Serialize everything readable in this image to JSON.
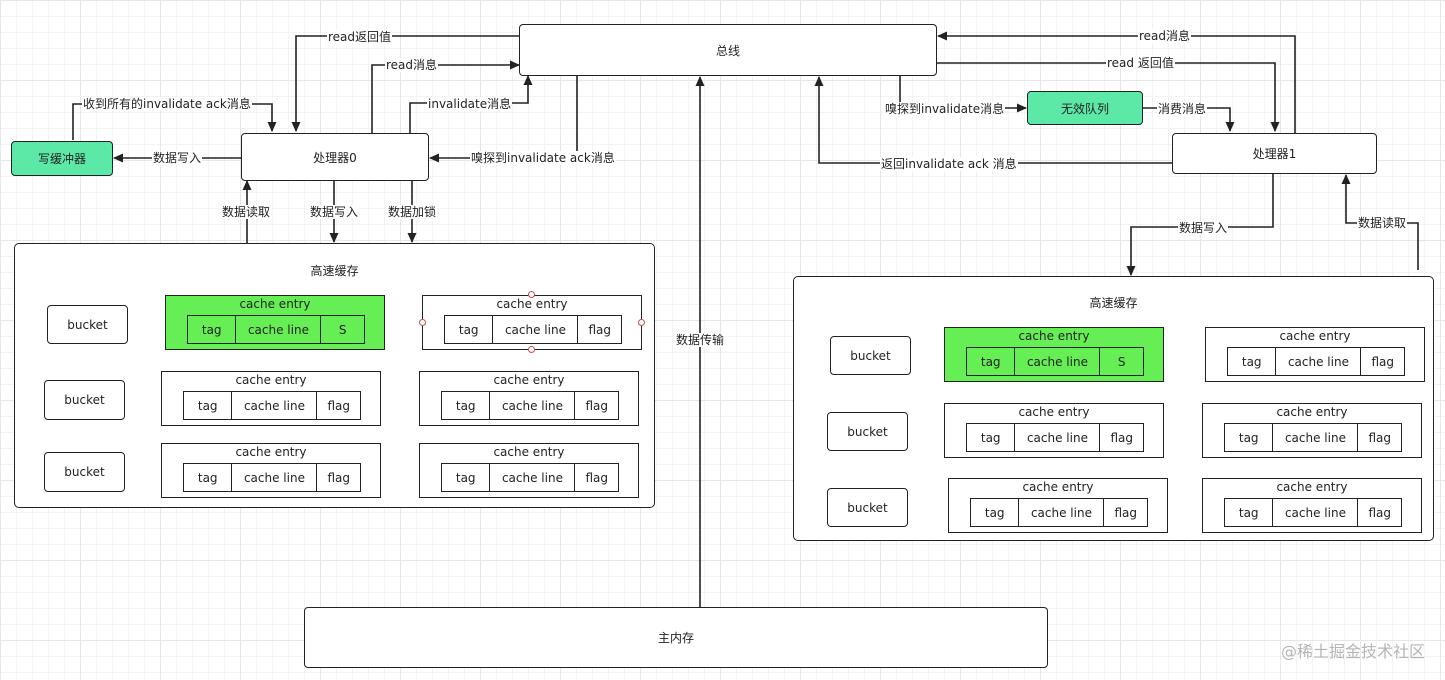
{
  "nodes": {
    "bus": "总线",
    "processor0": "处理器0",
    "processor1": "处理器1",
    "write_buffer": "写缓冲器",
    "invalidate_queue": "无效队列",
    "main_memory": "主内存"
  },
  "edges": {
    "read_return_0": "read返回值",
    "read_msg_0": "read消息",
    "invalidate_msg_0": "invalidate消息",
    "recv_all_ack": "收到所有的invalidate ack消息",
    "write_data_0": "数据写入",
    "snoop_ack_0": "嗅探到invalidate ack消息",
    "read_data_0": "数据读取",
    "write_cache_0": "数据写入",
    "lock_cache_0": "数据加锁",
    "data_transfer": "数据传输",
    "read_msg_1": "read消息",
    "read_return_1": "read 返回值",
    "snoop_invalidate_1": "嗅探到invalidate消息",
    "consume_msg_1": "消费消息",
    "return_ack_1": "返回invalidate ack 消息",
    "write_cache_1": "数据写入",
    "read_cache_1": "数据读取"
  },
  "cache": {
    "title": "高速缓存",
    "bucket": "bucket",
    "entry_title": "cache entry",
    "tag": "tag",
    "cache_line": "cache line",
    "flag": "flag",
    "shared_state": "S"
  },
  "colors": {
    "queue_green": "#5ce8a6",
    "entry_green": "#66ee55"
  },
  "watermark": "@稀土掘金技术社区"
}
